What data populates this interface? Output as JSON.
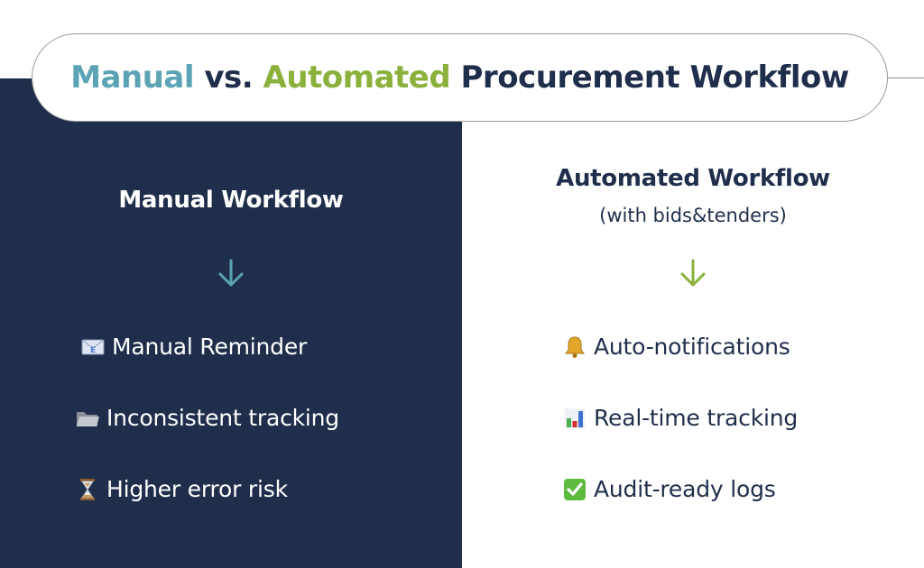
{
  "title": {
    "part_manual": "Manual",
    "part_vs": " vs. ",
    "part_automated": "Automated",
    "part_rest": " Procurement Workflow"
  },
  "colors": {
    "navy": "#1f2f4b",
    "teal": "#5ba3b5",
    "green": "#8bb13d",
    "white": "#ffffff",
    "border_gray": "#9a9a9a"
  },
  "manual": {
    "heading": "Manual Workflow",
    "arrow_icon": "arrow-down-icon",
    "items": [
      {
        "icon": "email-icon",
        "label": "Manual Reminder"
      },
      {
        "icon": "folder-icon",
        "label": "Inconsistent tracking"
      },
      {
        "icon": "hourglass-icon",
        "label": "Higher error risk"
      }
    ]
  },
  "automated": {
    "heading": "Automated Workflow",
    "subheading": "(with bids&tenders)",
    "arrow_icon": "arrow-down-icon",
    "items": [
      {
        "icon": "bell-icon",
        "label": "Auto-notifications"
      },
      {
        "icon": "bar-chart-icon",
        "label": "Real-time tracking"
      },
      {
        "icon": "check-box-icon",
        "label": "Audit-ready logs"
      }
    ]
  }
}
